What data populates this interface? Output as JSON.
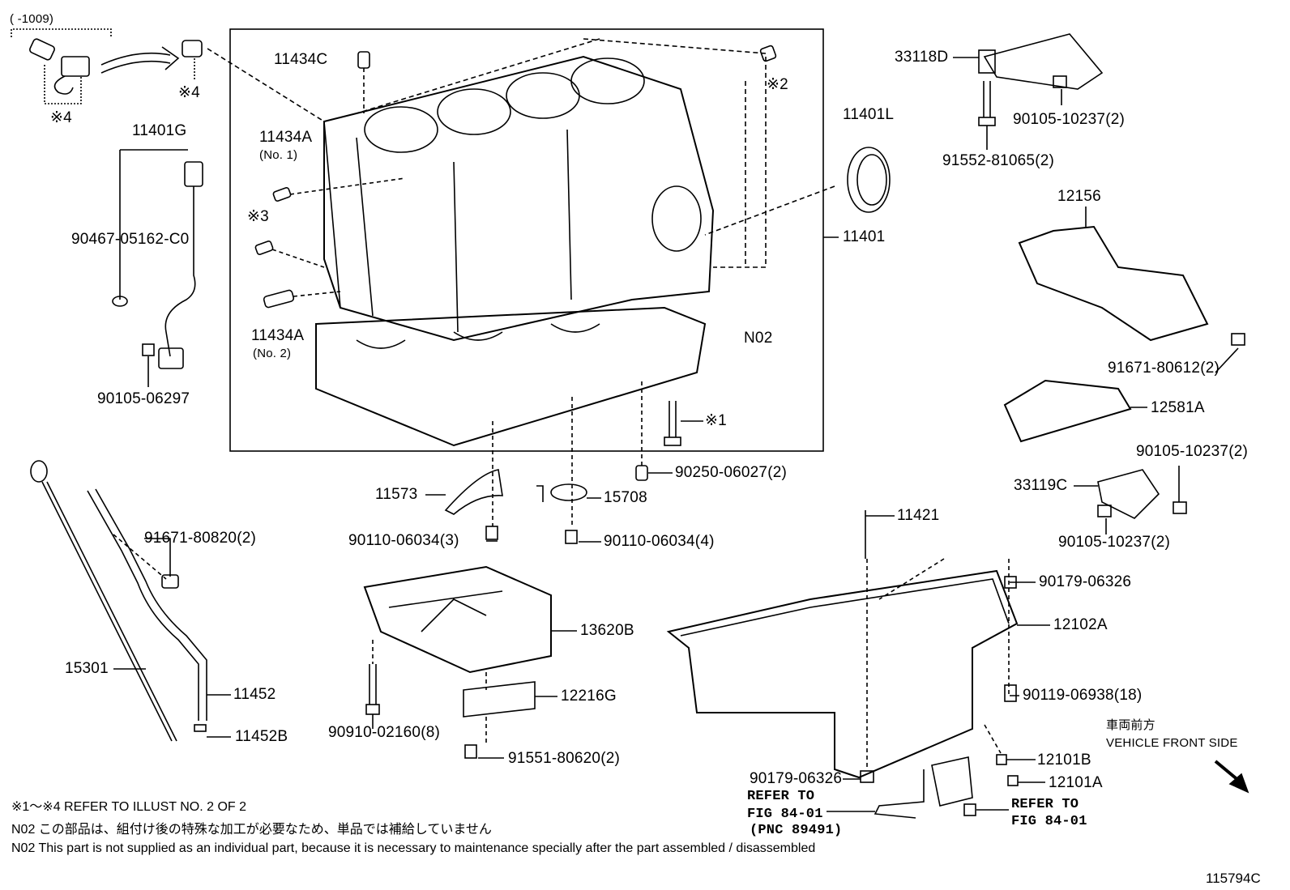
{
  "labels": [
    {
      "id": "range",
      "text": "(     -1009)"
    },
    {
      "id": "ref4a",
      "text": "※4"
    },
    {
      "id": "ref4b",
      "text": "※4"
    },
    {
      "id": "p11401G",
      "text": "11401G"
    },
    {
      "id": "p90467",
      "text": "90467-05162-C0"
    },
    {
      "id": "p90105_06297",
      "text": "90105-06297"
    },
    {
      "id": "p11434C",
      "text": "11434C"
    },
    {
      "id": "p11434A1",
      "text": "11434A"
    },
    {
      "id": "no1",
      "text": "(No. 1)"
    },
    {
      "id": "ref3",
      "text": "※3"
    },
    {
      "id": "p11434A2",
      "text": "11434A"
    },
    {
      "id": "no2",
      "text": "(No. 2)"
    },
    {
      "id": "ref2",
      "text": "※2"
    },
    {
      "id": "p11401L",
      "text": "11401L"
    },
    {
      "id": "p11401",
      "text": "11401"
    },
    {
      "id": "pN02",
      "text": "N02"
    },
    {
      "id": "ref1",
      "text": "※1"
    },
    {
      "id": "p90250",
      "text": "90250-06027(2)"
    },
    {
      "id": "p11573",
      "text": "11573"
    },
    {
      "id": "p15708",
      "text": "15708"
    },
    {
      "id": "p90110a",
      "text": "90110-06034(3)"
    },
    {
      "id": "p90110b",
      "text": "90110-06034(4)"
    },
    {
      "id": "p33118D",
      "text": "33118D"
    },
    {
      "id": "p90105_10237a",
      "text": "90105-10237(2)"
    },
    {
      "id": "p91552",
      "text": "91552-81065(2)"
    },
    {
      "id": "p12156",
      "text": "12156"
    },
    {
      "id": "p91671_80612",
      "text": "91671-80612(2)"
    },
    {
      "id": "p12581A",
      "text": "12581A"
    },
    {
      "id": "p90105_10237b",
      "text": "90105-10237(2)"
    },
    {
      "id": "p33119C",
      "text": "33119C"
    },
    {
      "id": "p90105_10237c",
      "text": "90105-10237(2)"
    },
    {
      "id": "p11421",
      "text": "11421"
    },
    {
      "id": "p91671_80820",
      "text": "91671-80820(2)"
    },
    {
      "id": "p90179a",
      "text": "90179-06326"
    },
    {
      "id": "p13620B",
      "text": "13620B"
    },
    {
      "id": "p12102A",
      "text": "12102A"
    },
    {
      "id": "p15301",
      "text": "15301"
    },
    {
      "id": "p11452",
      "text": "11452"
    },
    {
      "id": "p12216G",
      "text": "12216G"
    },
    {
      "id": "p90119",
      "text": "90119-06938(18)"
    },
    {
      "id": "p11452B",
      "text": "11452B"
    },
    {
      "id": "p90910",
      "text": "90910-02160(8)"
    },
    {
      "id": "p91551",
      "text": "91551-80620(2)"
    },
    {
      "id": "front_jp",
      "text": "車両前方"
    },
    {
      "id": "front_en",
      "text": "VEHICLE FRONT SIDE"
    },
    {
      "id": "p12101B",
      "text": "12101B"
    },
    {
      "id": "p12101A",
      "text": "12101A"
    },
    {
      "id": "p90179b",
      "text": "90179-06326"
    },
    {
      "id": "ref_a1",
      "text": "REFER TO"
    },
    {
      "id": "ref_a2",
      "text": "FIG 84-01"
    },
    {
      "id": "ref_a3",
      "text": "(PNC 89491)"
    },
    {
      "id": "ref_b1",
      "text": "REFER TO"
    },
    {
      "id": "ref_b2",
      "text": "FIG 84-01"
    }
  ],
  "notes": {
    "refer": "※1～※4  REFER TO ILLUST NO. 2 OF 2",
    "n02_jp": "N02  この部品は、組付け後の特殊な加工が必要なため、単品では補給していません",
    "n02_en": "N02  This part is not supplied as an individual part, because it is necessary to maintenance specially after the part assembled / disassembled"
  },
  "illustration_id": "115794C"
}
